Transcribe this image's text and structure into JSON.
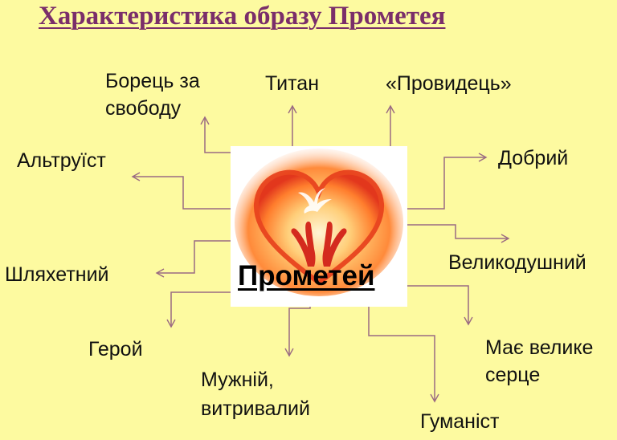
{
  "title": "Характеристика образу Прометея",
  "center": {
    "label": "Прометей",
    "image": "heart-hands-dove"
  },
  "traits": {
    "fighter_line1": "Борець за",
    "fighter_line2": "свободу",
    "titan": "Титан",
    "seer": "«Провидець»",
    "altruist": "Альтруїст",
    "kind": "Добрий",
    "noble": "Шляхетний",
    "generous": "Великодушний",
    "hero": "Герой",
    "big_heart_line1": "Має велике",
    "big_heart_line2": "серце",
    "brave_line1": "Мужній,",
    "brave_line2": "витривалий",
    "humanist": "Гуманіст"
  },
  "colors": {
    "background": "#fdfaa0",
    "title": "#7a2e6a",
    "arrow": "#9a6a82"
  }
}
